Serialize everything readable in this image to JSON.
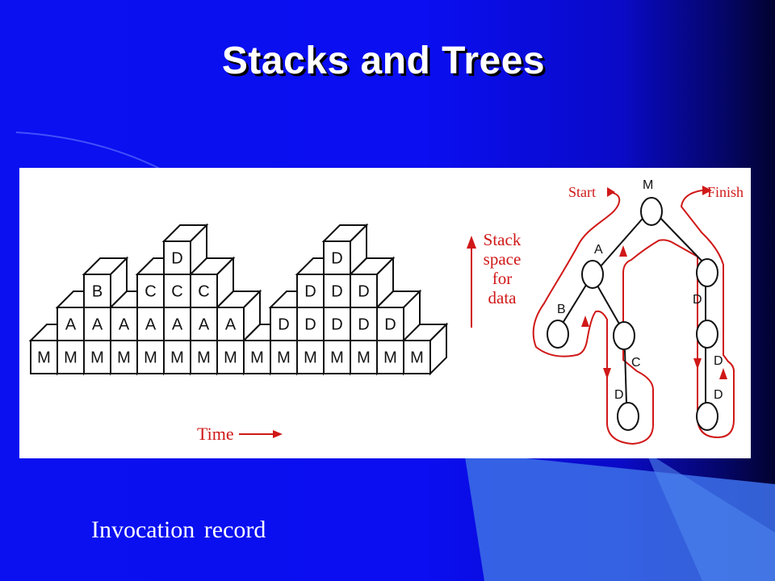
{
  "slide": {
    "title": "Stacks and Trees",
    "caption": "Invocation record"
  },
  "stack_diagram": {
    "columns": [
      [
        "M"
      ],
      [
        "M",
        "A"
      ],
      [
        "M",
        "A",
        "B"
      ],
      [
        "M",
        "A"
      ],
      [
        "M",
        "A",
        "C"
      ],
      [
        "M",
        "A",
        "C",
        "D"
      ],
      [
        "M",
        "A",
        "C"
      ],
      [
        "M",
        "A"
      ],
      [
        "M"
      ],
      [
        "M",
        "D"
      ],
      [
        "M",
        "D",
        "D"
      ],
      [
        "M",
        "D",
        "D",
        "D"
      ],
      [
        "M",
        "D",
        "D"
      ],
      [
        "M",
        "D"
      ],
      [
        "M"
      ]
    ],
    "axis_label": "Stack\nspace\nfor\ndata",
    "time_label": "Time"
  },
  "tree_diagram": {
    "nodes": [
      {
        "id": "m",
        "label": "M"
      },
      {
        "id": "a",
        "label": "A"
      },
      {
        "id": "b",
        "label": "B"
      },
      {
        "id": "c",
        "label": "C"
      },
      {
        "id": "d1",
        "label": "D"
      },
      {
        "id": "d2",
        "label": "D"
      },
      {
        "id": "d3",
        "label": "D"
      },
      {
        "id": "d4",
        "label": "D"
      }
    ],
    "start_label": "Start",
    "finish_label": "Finish"
  },
  "colors": {
    "accent_red": "#d01818",
    "background_blue": "#0a10f0",
    "panel": "#ffffff"
  }
}
